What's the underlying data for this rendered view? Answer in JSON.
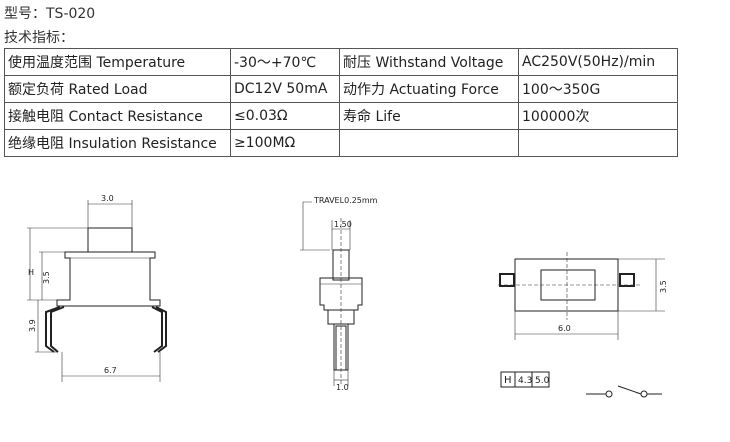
{
  "header": {
    "model_line": "型号：TS-020",
    "tech_heading": "技术指标："
  },
  "specs": [
    [
      "使用温度范围 Temperature",
      "-30～+70℃",
      "耐压 Withstand Voltage",
      "AC250V(50Hz)/min"
    ],
    [
      "额定负荷 Rated Load",
      "DC12V 50mA",
      "动作力 Actuating Force",
      "100～350G"
    ],
    [
      "接触电阻 Contact Resistance",
      "≤0.03Ω",
      "寿命 Life",
      "100000次"
    ],
    [
      "绝缘电阻 Insulation Resistance",
      "≥100MΩ",
      "",
      ""
    ]
  ],
  "drawing": {
    "front": {
      "top_width": "3.0",
      "h_label": "H",
      "body_height": "3.5",
      "pin_length": "3.9",
      "pin_span": "6.7"
    },
    "side": {
      "travel": "TRAVEL0.25mm",
      "stem_width": "1.50",
      "pin_width": "1.0"
    },
    "top": {
      "height": "3.5",
      "width": "6.0"
    },
    "h_table": {
      "label": "H",
      "options": [
        "4.3",
        "5.0"
      ]
    }
  }
}
